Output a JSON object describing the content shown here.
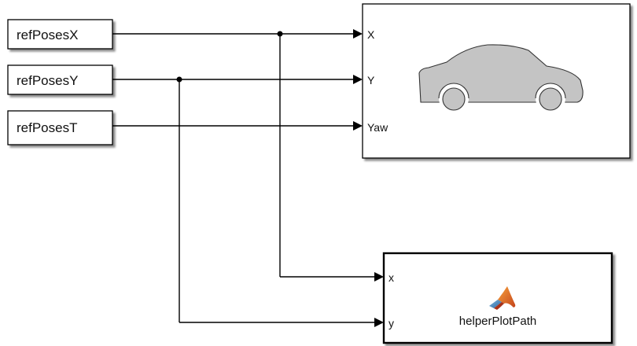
{
  "diagram": {
    "sources": [
      {
        "label": "refPosesX"
      },
      {
        "label": "refPosesY"
      },
      {
        "label": "refPosesT"
      }
    ],
    "vehicle_block": {
      "icon": "car-icon",
      "ports": [
        "X",
        "Y",
        "Yaw"
      ]
    },
    "function_block": {
      "icon": "matlab-logo-icon",
      "label": "helperPlotPath",
      "ports": [
        "x",
        "y"
      ]
    }
  }
}
